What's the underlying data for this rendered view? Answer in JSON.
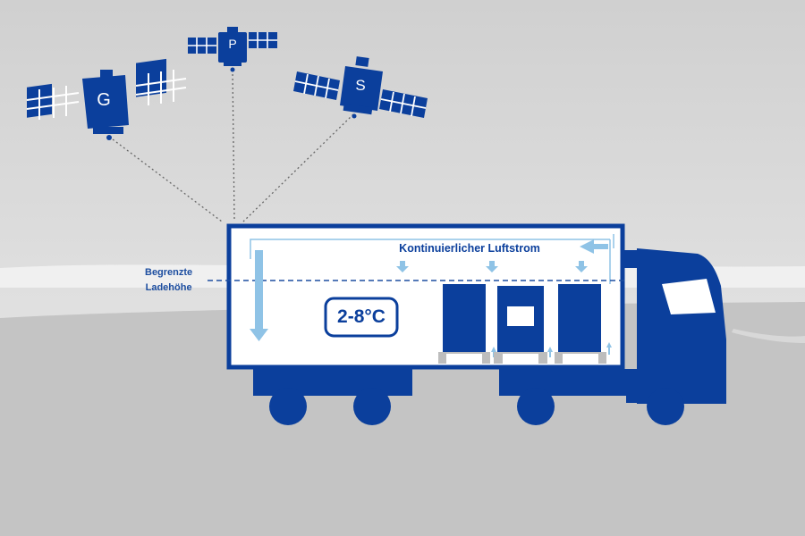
{
  "colors": {
    "primary": "#0b3f9c",
    "light_blue": "#8fc3e6",
    "background_top": "#dadada",
    "road": "#c2c2c2",
    "white": "#ffffff",
    "text_blue": "#1d4ea0"
  },
  "satellites": [
    {
      "letter": "G",
      "icon": "satellite-icon"
    },
    {
      "letter": "P",
      "icon": "satellite-icon"
    },
    {
      "letter": "S",
      "icon": "satellite-icon"
    }
  ],
  "truck": {
    "airflow_label": "Kontinuierlicher Luftstrom",
    "temperature_label": "2-8°C",
    "limit_label_line1": "Begrenzte",
    "limit_label_line2": "Ladehöhe",
    "pallet_count": 3
  }
}
